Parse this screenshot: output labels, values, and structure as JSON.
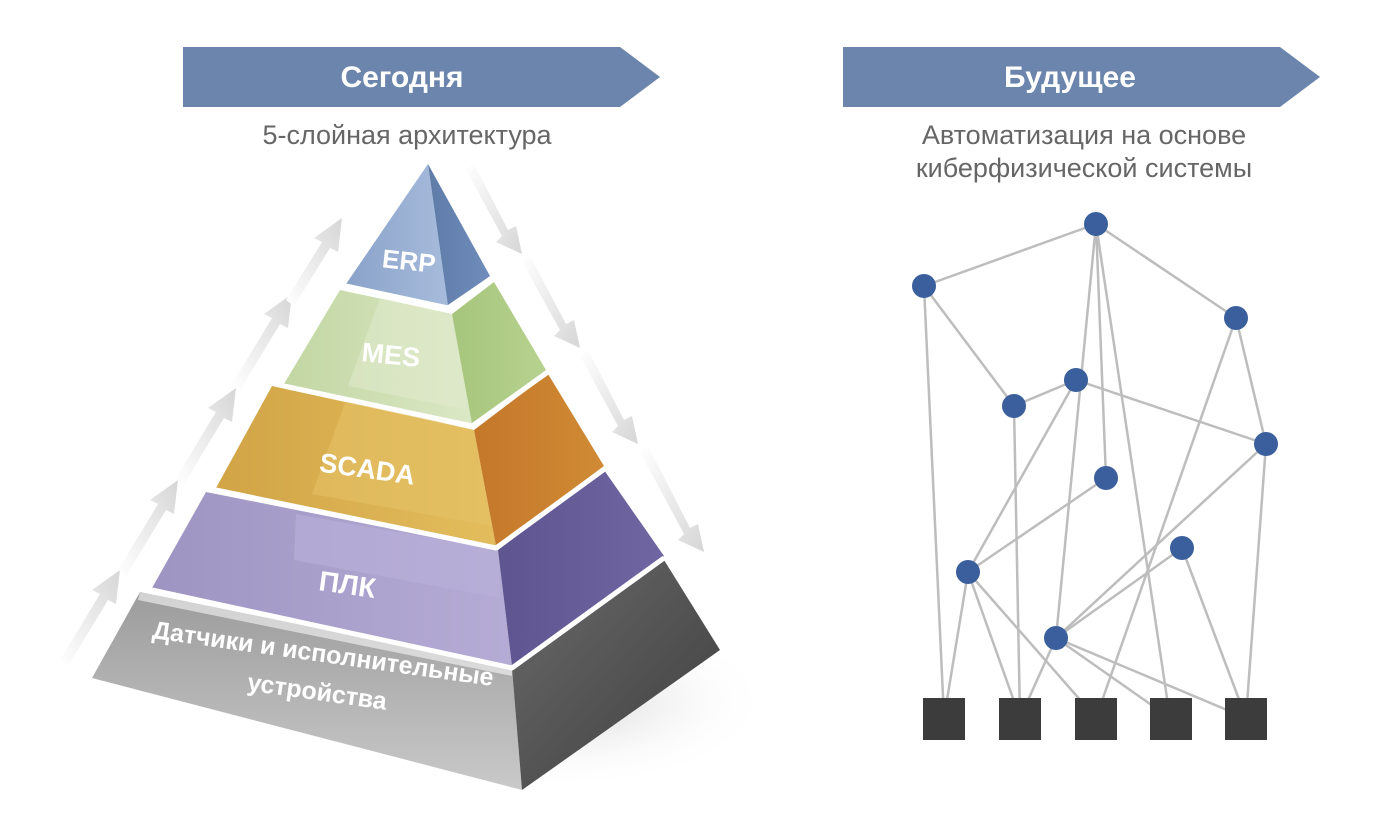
{
  "left": {
    "banner": "Сегодня",
    "subtitle": "5-слойная архитектура",
    "layers": [
      {
        "label": "ERP"
      },
      {
        "label": "MES"
      },
      {
        "label": "SCADA"
      },
      {
        "label": "ПЛК"
      },
      {
        "label_line1": "Датчики и исполнительные",
        "label_line2": "устройства"
      }
    ]
  },
  "right": {
    "banner": "Будущее",
    "subtitle_line1": "Автоматизация на основе",
    "subtitle_line2": "киберфизической системы"
  },
  "colors": {
    "banner": "#6b85ad",
    "erp": "#8fa7cc",
    "mes": "#c9dcaa",
    "scada": "#d9aa4a",
    "plc": "#a99fcb",
    "sensors": "#b3b3b3",
    "node": "#3a5f9c",
    "device": "#3c3c3c",
    "link": "#bdbdbd"
  }
}
